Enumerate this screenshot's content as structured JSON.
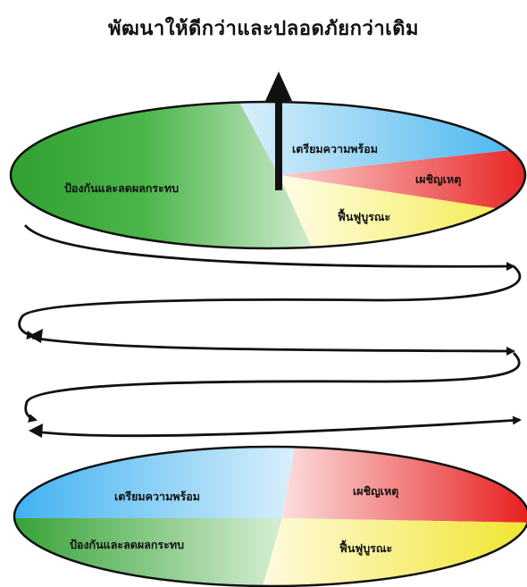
{
  "title": "พัฒนาให้ดีกว่าและปลอดภัยกว่าเดิม",
  "top_disk": {
    "labels": {
      "prepare": "เตรียมความพร้อม",
      "respond": "เผชิญเหตุ",
      "recover": "ฟื้นฟูบูรณะ",
      "mitigate": "ป้องกันและลดผลกระทบ"
    }
  },
  "bottom_disk": {
    "labels": {
      "prepare": "เตรียมความพร้อม",
      "respond": "เผชิญเหตุ",
      "recover": "ฟื้นฟูบูรณะ",
      "mitigate": "ป้องกันและลดผลกระทบ"
    }
  },
  "colors": {
    "prepare": "#4db8f0",
    "respond": "#ee2a2a",
    "recover": "#f4ee5a",
    "mitigate": "#35a83a",
    "line": "#111111"
  }
}
